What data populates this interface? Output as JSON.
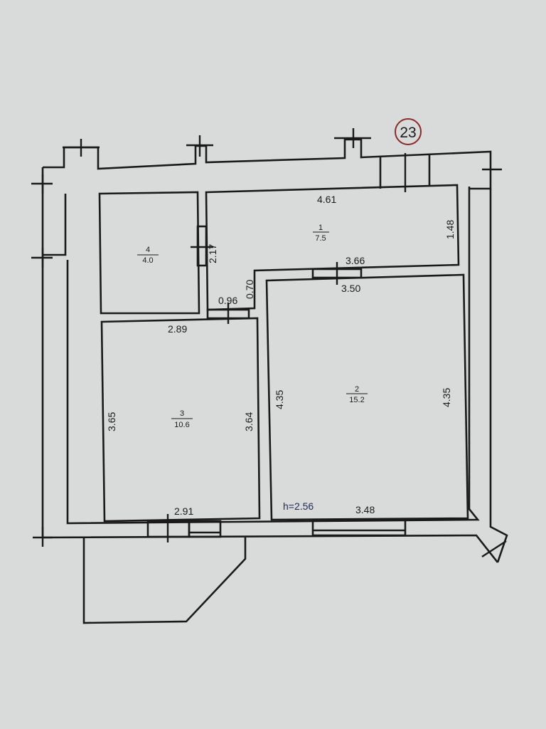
{
  "unit_number": "23",
  "ceiling_height": "h=2.56",
  "rooms": [
    {
      "number": "1",
      "area": "7.5"
    },
    {
      "number": "2",
      "area": "15.2"
    },
    {
      "number": "3",
      "area": "10.6"
    },
    {
      "number": "4",
      "area": "4.0"
    }
  ],
  "dimensions": {
    "room1_top": "4.61",
    "room1_right": "1.48",
    "room1_bottom": "3.66",
    "room1_left": "2.17",
    "corridor_step": "0.70",
    "corridor_width": "0.96",
    "room2_top": "3.50",
    "room2_left": "4.35",
    "room2_right": "4.35",
    "room2_bottom": "3.48",
    "room3_top": "2.89",
    "room3_left": "3.65",
    "room3_right": "3.64",
    "room3_bottom": "2.91"
  },
  "colors": {
    "badge": "#8b2a2a",
    "paper": "#d9dbda",
    "line": "#1a1a1a"
  }
}
